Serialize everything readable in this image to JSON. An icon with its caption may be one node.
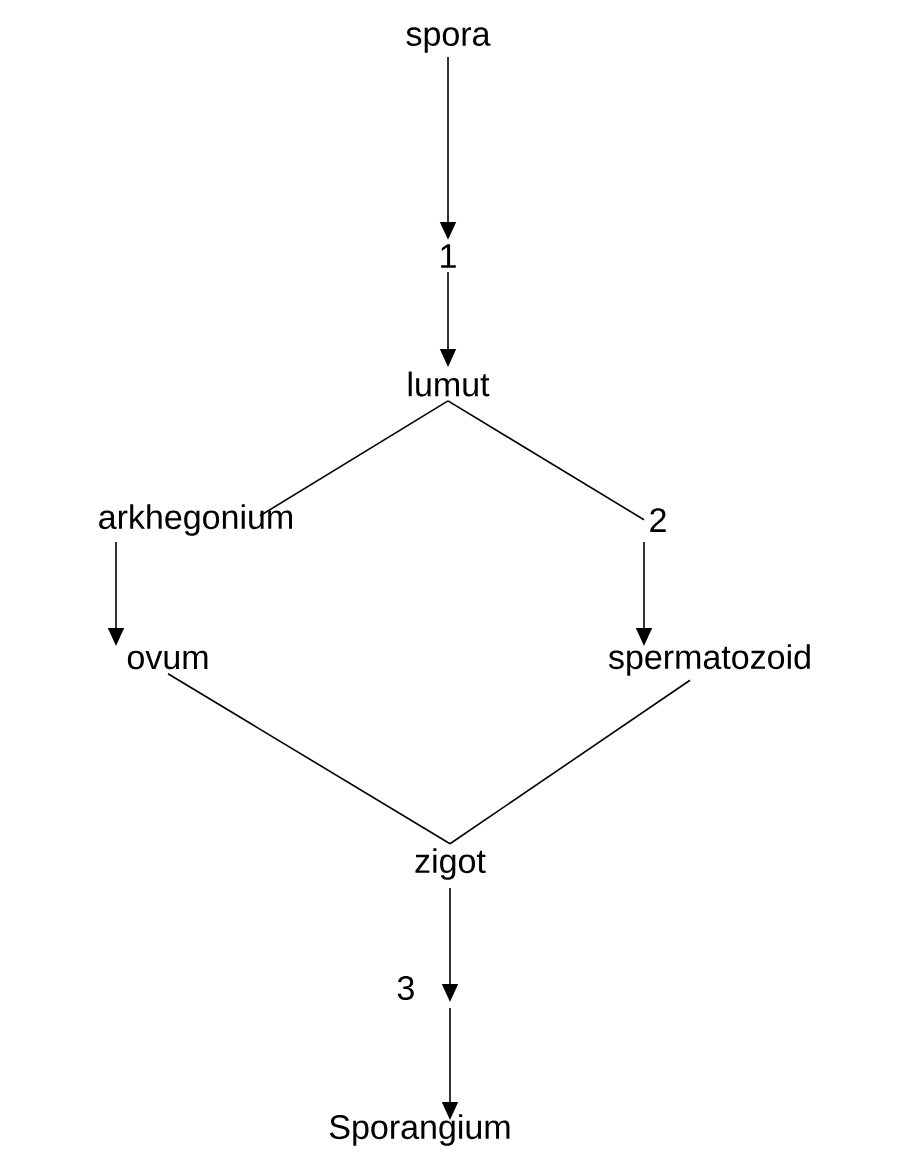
{
  "diagram": {
    "nodes": [
      {
        "text": [
          "spora"
        ]
      },
      {
        "text": [
          "1"
        ]
      },
      {
        "text": [
          "lumut"
        ]
      },
      {
        "text": [
          "arkhegonium"
        ]
      },
      {
        "text": [
          "2"
        ]
      },
      {
        "text": [
          "ovum"
        ]
      },
      {
        "text": [
          "spermatozoid"
        ]
      },
      {
        "text": [
          "zigot"
        ]
      },
      {
        "text": [
          "3"
        ]
      },
      {
        "text": [
          "Sporangium"
        ]
      }
    ],
    "edges": [
      {
        "from": 0,
        "to": 1,
        "arrow": "to"
      },
      {
        "from": 1,
        "to": 2,
        "arrow": "to"
      },
      {
        "from": 2,
        "to": 3,
        "arrow": "none"
      },
      {
        "from": 2,
        "to": 4,
        "arrow": "none"
      },
      {
        "from": 3,
        "to": 5,
        "arrow": "to"
      },
      {
        "from": 4,
        "to": 6,
        "arrow": "to"
      },
      {
        "from": 5,
        "to": 7,
        "arrow": "none"
      },
      {
        "from": 6,
        "to": 7,
        "arrow": "none"
      },
      {
        "from": 7,
        "to": 8,
        "arrow": "to"
      },
      {
        "from": 8,
        "to": 9,
        "arrow": "to"
      }
    ]
  }
}
